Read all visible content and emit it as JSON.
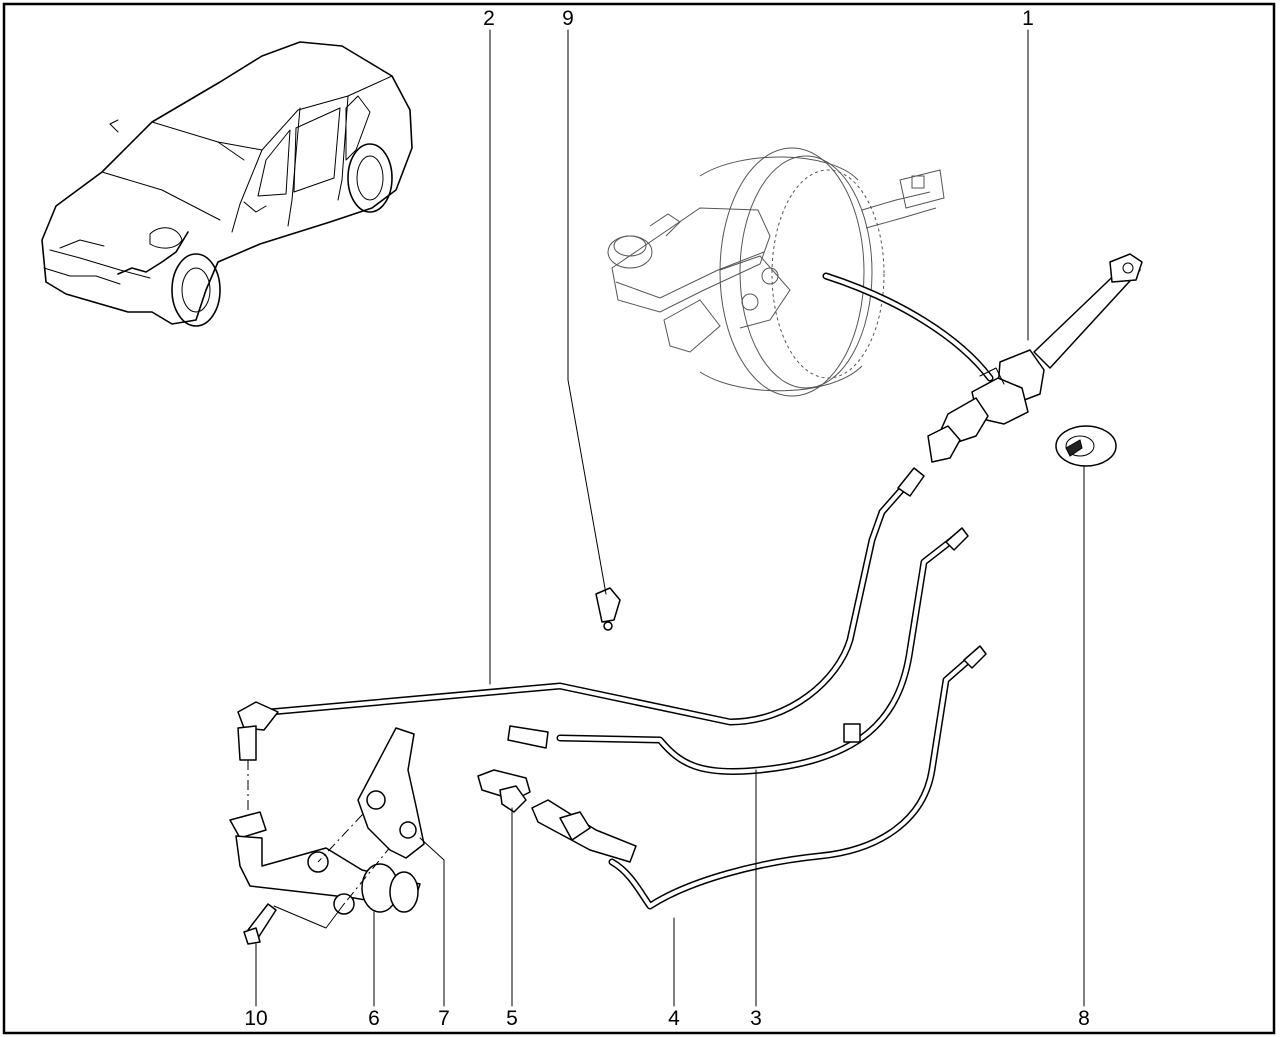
{
  "callouts": {
    "c1": "1",
    "c2": "2",
    "c3": "3",
    "c4": "4",
    "c5": "5",
    "c6": "6",
    "c7": "7",
    "c8": "8",
    "c9": "9",
    "c10": "10"
  },
  "colors": {
    "line": "#000000",
    "background": "#ffffff",
    "ghost_outline": "#555555"
  },
  "icons": {
    "vehicle": "car-locator-icon",
    "booster": "brake-booster-icon"
  }
}
